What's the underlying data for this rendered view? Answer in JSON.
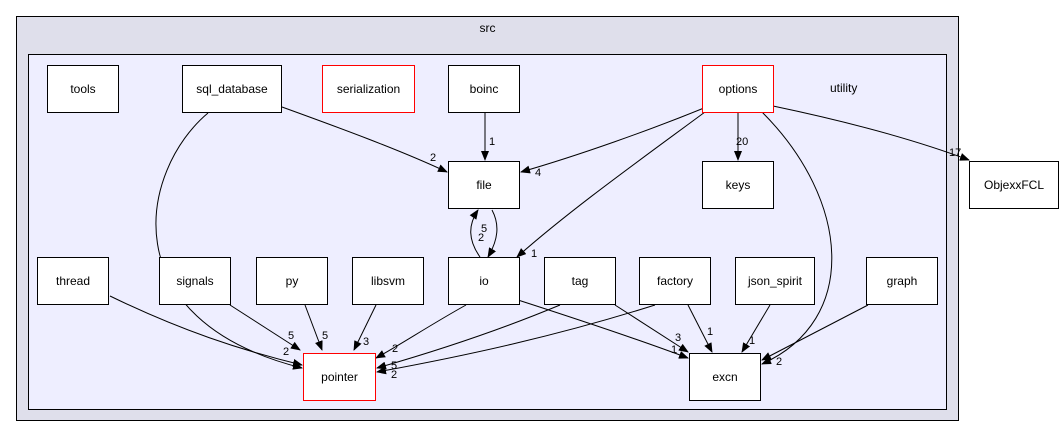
{
  "outer_dir": "src",
  "inner_dir": "utility",
  "nodes": {
    "tools": "tools",
    "sql_database": "sql_database",
    "serialization": "serialization",
    "boinc": "boinc",
    "options": "options",
    "file": "file",
    "keys": "keys",
    "objexxfcl": "ObjexxFCL",
    "thread": "thread",
    "signals": "signals",
    "py": "py",
    "libsvm": "libsvm",
    "io": "io",
    "tag": "tag",
    "factory": "factory",
    "json_spirit": "json_spirit",
    "graph": "graph",
    "pointer": "pointer",
    "excn": "excn"
  },
  "edge_labels": {
    "boinc_file": "1",
    "sqldb_file": "2",
    "options_file": "4",
    "options_keys": "20",
    "options_objexxfcl": "17",
    "io_file": "5",
    "file_io": "2",
    "options_io": "1",
    "signals_pointer": "5",
    "py_pointer": "5",
    "libsvm_pointer": "3",
    "io_pointer": "2",
    "thread_pointer": "2",
    "factory_pointer": "2",
    "tag_pointer": "5",
    "tag_excn": "3",
    "factory_excn": "1",
    "json_excn": "1",
    "graph_excn": "2",
    "io_excn": "1"
  }
}
